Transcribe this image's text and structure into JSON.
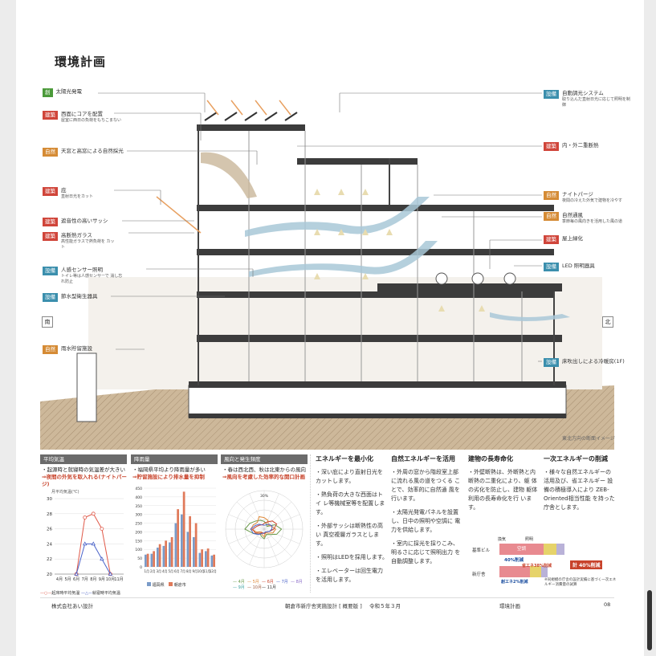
{
  "page": {
    "title": "環境計画",
    "view_caption": "東北方向の断面イメージ"
  },
  "tags": {
    "sol": "創",
    "arc": "建築",
    "nat": "自然",
    "eq": "設備"
  },
  "left_labels": [
    {
      "tag": "創",
      "kind": "sol",
      "text": "太陽光発電",
      "sub": ""
    },
    {
      "tag": "建築",
      "kind": "arc",
      "text": "西面にコアを配置",
      "sub": "屋室に西日の負荷をもちこまない"
    },
    {
      "tag": "自然",
      "kind": "nat",
      "text": "天窓と高窓による自然採光",
      "sub": ""
    },
    {
      "tag": "建築",
      "kind": "arc",
      "text": "庇",
      "sub": "直射日光をカット"
    },
    {
      "tag": "建築",
      "kind": "arc",
      "text": "遮音性の高いサッシ",
      "sub": ""
    },
    {
      "tag": "建築",
      "kind": "arc",
      "text": "高断熱ガラス",
      "sub": "高性能ガラスで熱負荷を カット"
    },
    {
      "tag": "設備",
      "kind": "eq",
      "text": "人感センサー照明",
      "sub": "トイレ等は人感センサーで 消し忘れ防止"
    },
    {
      "tag": "設備",
      "kind": "eq",
      "text": "節水型衛生器具",
      "sub": ""
    },
    {
      "tag": "自然",
      "kind": "nat",
      "text": "雨水貯留施設",
      "sub": ""
    }
  ],
  "right_labels": [
    {
      "tag": "設備",
      "kind": "eq",
      "text": "自動調光システム",
      "sub": "取り込んだ直射日光に応じて照明を制御"
    },
    {
      "tag": "建築",
      "kind": "arc",
      "text": "内・外二重断熱",
      "sub": ""
    },
    {
      "tag": "自然",
      "kind": "nat",
      "text": "ナイトパージ",
      "sub": "夜間の冷えた外気で建物を冷やす"
    },
    {
      "tag": "自然",
      "kind": "nat",
      "text": "自然通風",
      "sub": "季節毎の風向きを活用した風の道"
    },
    {
      "tag": "建築",
      "kind": "arc",
      "text": "屋上緑化",
      "sub": ""
    },
    {
      "tag": "設備",
      "kind": "eq",
      "text": "LED 照明器具",
      "sub": ""
    },
    {
      "tag": "設備",
      "kind": "eq",
      "text": "床吹出しによる冷暖房(1F)",
      "sub": ""
    }
  ],
  "directions": {
    "south": "南",
    "north": "北"
  },
  "panel1": {
    "header": "平均気温",
    "line1": "・起源時と就寝時の気温差が大きい",
    "line2": "⇒夜間の外気を取入れる(ナイトパージ)",
    "chart_title": "月平均気温(℃)"
  },
  "panel2": {
    "header": "降雨量",
    "line1": "・福岡県平均より降雨量が多い",
    "line2": "⇒貯留施設により排水量を抑制"
  },
  "panel3": {
    "header": "風向と発生頻度",
    "line1": "・春は西北西、秋は北東からの風向",
    "line2": "⇒風向を考慮した効率的な開口計画"
  },
  "columns": [
    {
      "heading": "エネルギーを最小化",
      "bullets": [
        "・深い庇により直射日光を カットします。",
        "・熱負荷の大きな西面はトイ レ等機械室等を配置します。",
        "・外部サッシは断熱性の高い 真空複層ガラスとします。",
        "・照明はLEDを採用します。",
        "・エレベーターは回生電力 を活用します。"
      ]
    },
    {
      "heading": "自然エネルギーを活用",
      "bullets": [
        "・外周の窓から階段室上部 に流れる風の道をつくる ことで、効率的に自然通 風を行います。",
        "・太陽光発電パネルを設置 し、日中の照明や空調に 電力を供給します。",
        "・室内に採光を採りこみ、 明るさに応じて照明出力 を自動調整します。"
      ]
    },
    {
      "heading": "建物の長寿命化",
      "bullets": [
        "・外壁断熱は、外断熱と内 断熱の二重化により、躯 体の劣化を防止し、建物 躯体利用の長寿命化を行 います。"
      ]
    },
    {
      "heading": "一次エネルギーの削減",
      "bullets": [
        "・様々な自然エネルギーの 活用及び、省エネルギー 設備の積極導入により ZEB-Oriented相当性能 を持った庁舎とします。"
      ]
    }
  ],
  "energy": {
    "row1": "基準ビル",
    "row2": "新庁舎",
    "seg_ac": "空調",
    "seg_vent": "換気",
    "seg_light": "照明",
    "save1": "40%削減",
    "save2": "省エネ38%削減",
    "save3": "創エネ2%削減",
    "total": "計 40%削減",
    "note": "※同規模の庁舎の設計実績に基づく一次エネルギー消費量の試算"
  },
  "chart_data": [
    {
      "type": "line",
      "title": "月平均気温(℃)",
      "categories": [
        "4月",
        "5月",
        "6月",
        "7月",
        "8月",
        "9月",
        "10月",
        "11月"
      ],
      "ylim": [
        20,
        30
      ],
      "yticks": [
        20,
        22,
        24,
        26,
        28,
        30
      ],
      "series": [
        {
          "name": "起床時平均気温",
          "color": "#e05a4a",
          "values": [
            null,
            null,
            20,
            27.5,
            28,
            26,
            20,
            null
          ]
        },
        {
          "name": "就寝時平均気温",
          "color": "#4a62c8",
          "values": [
            null,
            null,
            20,
            24,
            24,
            22,
            20,
            null
          ]
        }
      ]
    },
    {
      "type": "bar",
      "categories": [
        "1月",
        "2月",
        "3月",
        "4月",
        "5月",
        "6月",
        "7月",
        "8月",
        "9月",
        "10月",
        "11月",
        "12月"
      ],
      "ylim": [
        0,
        450
      ],
      "yticks": [
        0,
        50,
        100,
        150,
        200,
        250,
        300,
        350,
        400,
        450
      ],
      "series": [
        {
          "name": "福岡県",
          "color": "#7a9bc8",
          "values": [
            70,
            75,
            110,
            120,
            140,
            250,
            300,
            200,
            170,
            80,
            90,
            65
          ]
        },
        {
          "name": "朝倉市",
          "color": "#e07a5a",
          "values": [
            75,
            90,
            130,
            150,
            170,
            330,
            430,
            290,
            250,
            100,
            105,
            70
          ]
        }
      ]
    },
    {
      "type": "radar",
      "legend": [
        "4月",
        "5月",
        "6月",
        "7月",
        "8月",
        "9月",
        "10月",
        "11月"
      ],
      "axis_label": "30%"
    }
  ],
  "footer": {
    "company": "株式会社あい設計",
    "project": "朝倉市新庁舎実施設計 [ 概要版 ]",
    "date": "令和５年３月",
    "section": "環境計画",
    "page": "08"
  }
}
